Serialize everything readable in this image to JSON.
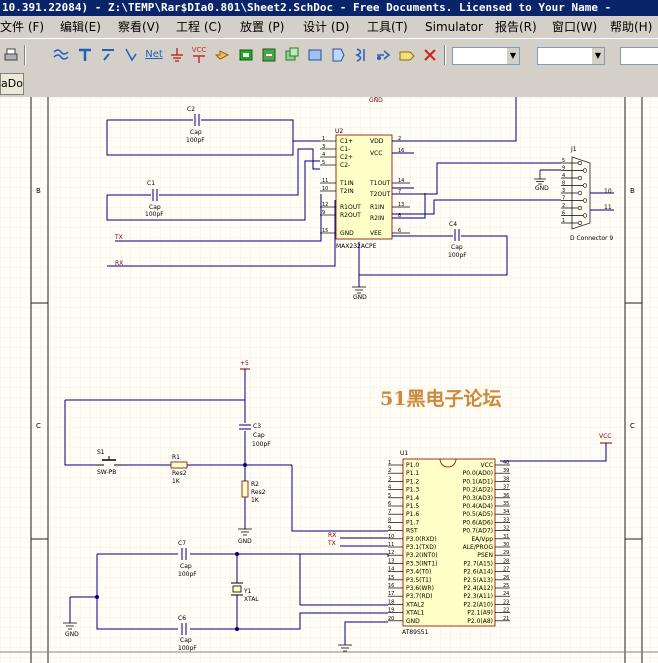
{
  "window": {
    "title": " 10.391.22084) - Z:\\TEMP\\Rar$DIa0.801\\Sheet2.SchDoc - Free Documents. Licensed to Your Name -"
  },
  "menu": [
    {
      "label": "文件 (F)"
    },
    {
      "label": "编辑(E)"
    },
    {
      "label": "察看(V)"
    },
    {
      "label": "工程 (C)"
    },
    {
      "label": "放置 (P)"
    },
    {
      "label": "设计 (D)"
    },
    {
      "label": "工具(T)"
    },
    {
      "label": "Simulator"
    },
    {
      "label": "报告(R)"
    },
    {
      "label": "窗口(W)"
    },
    {
      "label": "帮助(H)"
    }
  ],
  "toolbar": {
    "icons": [
      "print-icon",
      "wire-icon",
      "bus-icon",
      "bus-entry-icon",
      "net-label-icon",
      "gnd-port-icon",
      "vcc-port-icon",
      "part-icon",
      "sheet-symbol-icon",
      "sheet-entry-icon",
      "device-sheet-icon",
      "port-icon",
      "no-erc-icon",
      "directive-icon",
      "compile-mask-icon",
      "hierarchy-icon",
      "erase-icon"
    ],
    "vcc_text": "VCC",
    "net_text": "Net"
  },
  "tab": {
    "label": "aDoc"
  },
  "watermark": "51黑电子论坛",
  "schematic": {
    "border_rows": [
      "B",
      "C"
    ],
    "u2": {
      "ref": "U2",
      "name": "MAX232ACPE",
      "left_pins": [
        "C1+",
        "C1-",
        "C2+",
        "C2-",
        "T1IN",
        "T2IN",
        "R1OUT",
        "R2OUT",
        "GND"
      ],
      "left_nums": [
        "1",
        "3",
        "4",
        "5",
        "11",
        "10",
        "12",
        "9",
        "15"
      ],
      "right_pins": [
        "VDD",
        "VCC",
        "T1OUT",
        "T2OUT",
        "R1IN",
        "R2IN",
        "VEE"
      ],
      "right_nums": [
        "2",
        "16",
        "14",
        "7",
        "13",
        "8",
        "6"
      ]
    },
    "j1": {
      "ref": "J1",
      "name": "D Connector 9",
      "pins": [
        "5",
        "9",
        "4",
        "8",
        "3",
        "7",
        "2",
        "6",
        "1"
      ],
      "nets": [
        "10",
        "11"
      ]
    },
    "caps": [
      {
        "ref": "C2",
        "type": "Cap",
        "val": "100pF"
      },
      {
        "ref": "C1",
        "type": "Cap",
        "val": "100pF"
      },
      {
        "ref": "C4",
        "type": "Cap",
        "val": "100pF"
      },
      {
        "ref": "C3",
        "type": "Cap",
        "val": "100pF"
      },
      {
        "ref": "C7",
        "type": "Cap",
        "val": "100pF"
      },
      {
        "ref": "C6",
        "type": "Cap",
        "val": "100pF"
      }
    ],
    "nets": {
      "tx": "TX",
      "rx": "RX",
      "gnd": "GND",
      "plus5": "+5",
      "vcc": "VCC"
    },
    "s1": {
      "ref": "S1",
      "name": "SW-PB"
    },
    "r1": {
      "ref": "R1",
      "type": "Res2",
      "val": "1K"
    },
    "r2": {
      "ref": "R2",
      "type": "Res2",
      "val": "1K"
    },
    "y1": {
      "ref": "Y1",
      "name": "XTAL"
    },
    "u1": {
      "ref": "U1",
      "name": "AT89S51",
      "left_pins": [
        "P1.0",
        "P1.1",
        "P1.2",
        "P1.3",
        "P1.4",
        "P1.5",
        "P1.6",
        "P1.7",
        "RST",
        "P3.0(RXD)",
        "P3.1(TXD)",
        "P3.2(INT0)",
        "P3.3(INT1)",
        "P3.4(T0)",
        "P3.5(T1)",
        "P3.6(WR)",
        "P3.7(RD)",
        "XTAL2",
        "XTAL1",
        "GND"
      ],
      "left_nums": [
        "1",
        "2",
        "3",
        "4",
        "5",
        "6",
        "7",
        "8",
        "9",
        "10",
        "11",
        "12",
        "13",
        "14",
        "15",
        "16",
        "17",
        "18",
        "19",
        "20"
      ],
      "right_pins": [
        "VCC",
        "P0.0(AD0)",
        "P0.1(AD1)",
        "P0.2(AD2)",
        "P0.3(AD3)",
        "P0.4(AD4)",
        "P0.5(AD5)",
        "P0.6(AD6)",
        "P0.7(AD7)",
        "EA/Vpp",
        "ALE/PROG",
        "PSEN",
        "P2.7(A15)",
        "P2.6(A14)",
        "P2.5(A13)",
        "P2.4(A12)",
        "P2.3(A11)",
        "P2.2(A10)",
        "P2.1(A9)",
        "P2.0(A8)"
      ],
      "right_nums": [
        "40",
        "39",
        "38",
        "37",
        "36",
        "35",
        "34",
        "33",
        "32",
        "31",
        "30",
        "29",
        "28",
        "27",
        "26",
        "25",
        "24",
        "23",
        "22",
        "21"
      ]
    }
  }
}
